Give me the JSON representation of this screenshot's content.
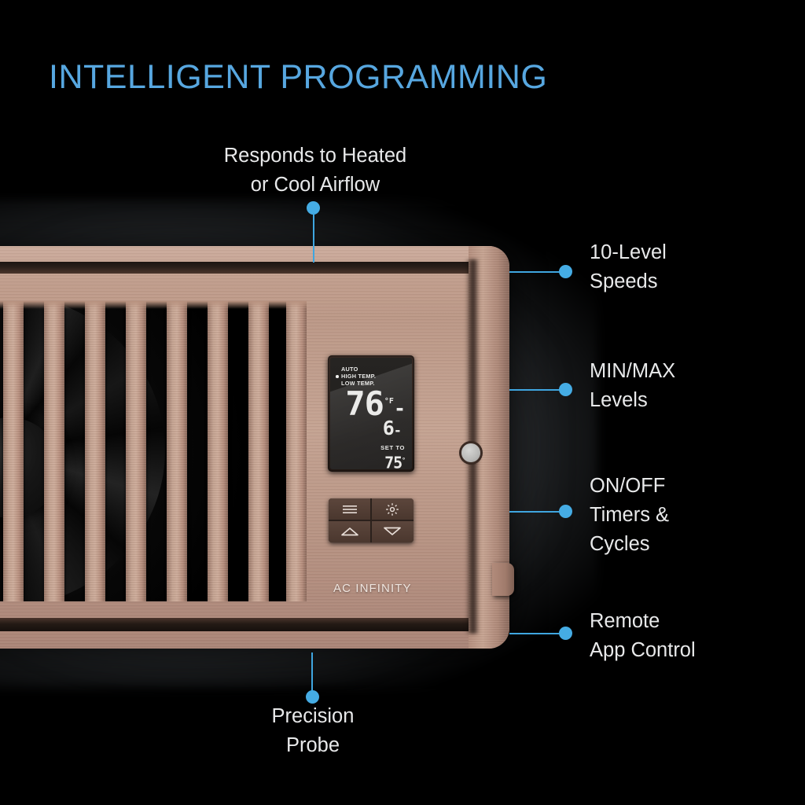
{
  "title": "INTELLIGENT PROGRAMMING",
  "accent_color": "#45ace4",
  "title_color": "#57a7e0",
  "callouts": [
    {
      "id": "airflow",
      "lines": [
        "Responds to Heated",
        "or Cool Airflow"
      ]
    },
    {
      "id": "speeds",
      "lines": [
        "10-Level",
        "Speeds"
      ]
    },
    {
      "id": "minmax",
      "lines": [
        "MIN/MAX",
        "Levels"
      ]
    },
    {
      "id": "timers",
      "lines": [
        "ON/OFF",
        "Timers &",
        "Cycles"
      ]
    },
    {
      "id": "remote",
      "lines": [
        "Remote",
        "App Control"
      ]
    },
    {
      "id": "probe",
      "lines": [
        "Precision",
        "Probe"
      ]
    }
  ],
  "device": {
    "brand": "AC INFINITY",
    "display": {
      "modes": [
        {
          "label": "AUTO",
          "selected": false
        },
        {
          "label": "HIGH TEMP.",
          "selected": true
        },
        {
          "label": "LOW TEMP.",
          "selected": false
        }
      ],
      "main_value": "76",
      "main_unit": "°F",
      "main_trailing": "-",
      "sub_value": "6",
      "sub_trailing": "-",
      "set_label": "SET TO",
      "set_value": "75",
      "set_degree": "°"
    },
    "keys": [
      {
        "id": "menu",
        "icon": "menu-icon"
      },
      {
        "id": "gear",
        "icon": "gear-icon"
      },
      {
        "id": "up",
        "icon": "triangle-up-icon"
      },
      {
        "id": "down",
        "icon": "triangle-down-icon"
      }
    ]
  }
}
